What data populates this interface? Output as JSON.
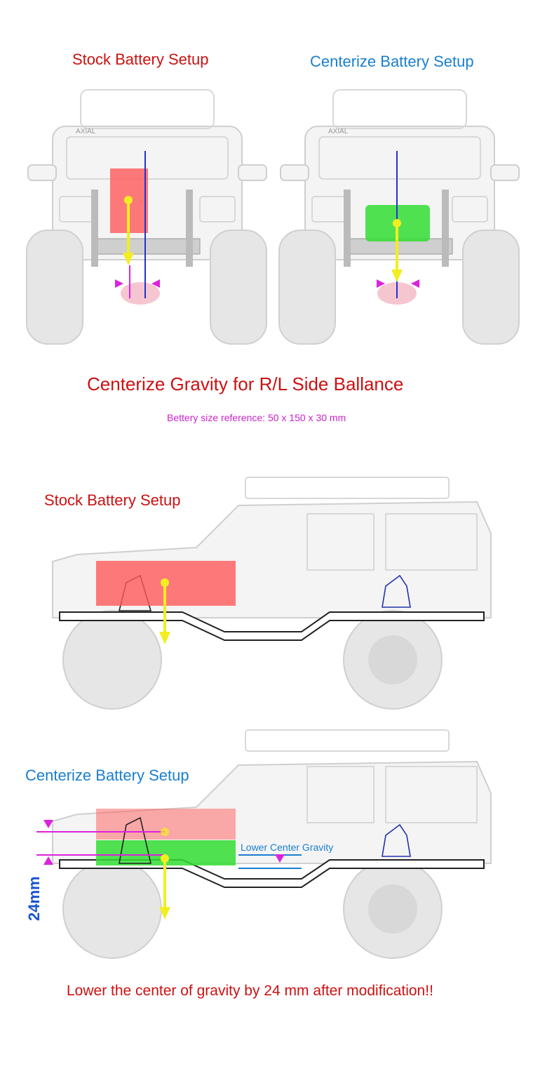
{
  "top": {
    "stock_title": "Stock Battery Setup",
    "center_title": "Centerize Battery Setup",
    "logo_left": "AXIAL",
    "logo_right": "AXIAL"
  },
  "middle": {
    "headline": "Centerize Gravity for R/L Side Ballance",
    "reference": "Bettery size reference: 50 x 150 x 30 mm"
  },
  "side_stock": {
    "title": "Stock Battery Setup"
  },
  "side_center": {
    "title": "Centerize Battery Setup",
    "lower_label": "Lower Center Gravity",
    "dimension": "24mm"
  },
  "footer": {
    "caption": "Lower the center of gravity by 24 mm after modification!!"
  },
  "colors": {
    "stock_battery": "#ff5a5a",
    "center_battery": "#33dd33",
    "gravity_arrow": "#f2ee22",
    "center_line": "#2233cc",
    "marker": "#dd22dd",
    "title_red": "#cc1111",
    "title_blue": "#1a7fd0"
  }
}
